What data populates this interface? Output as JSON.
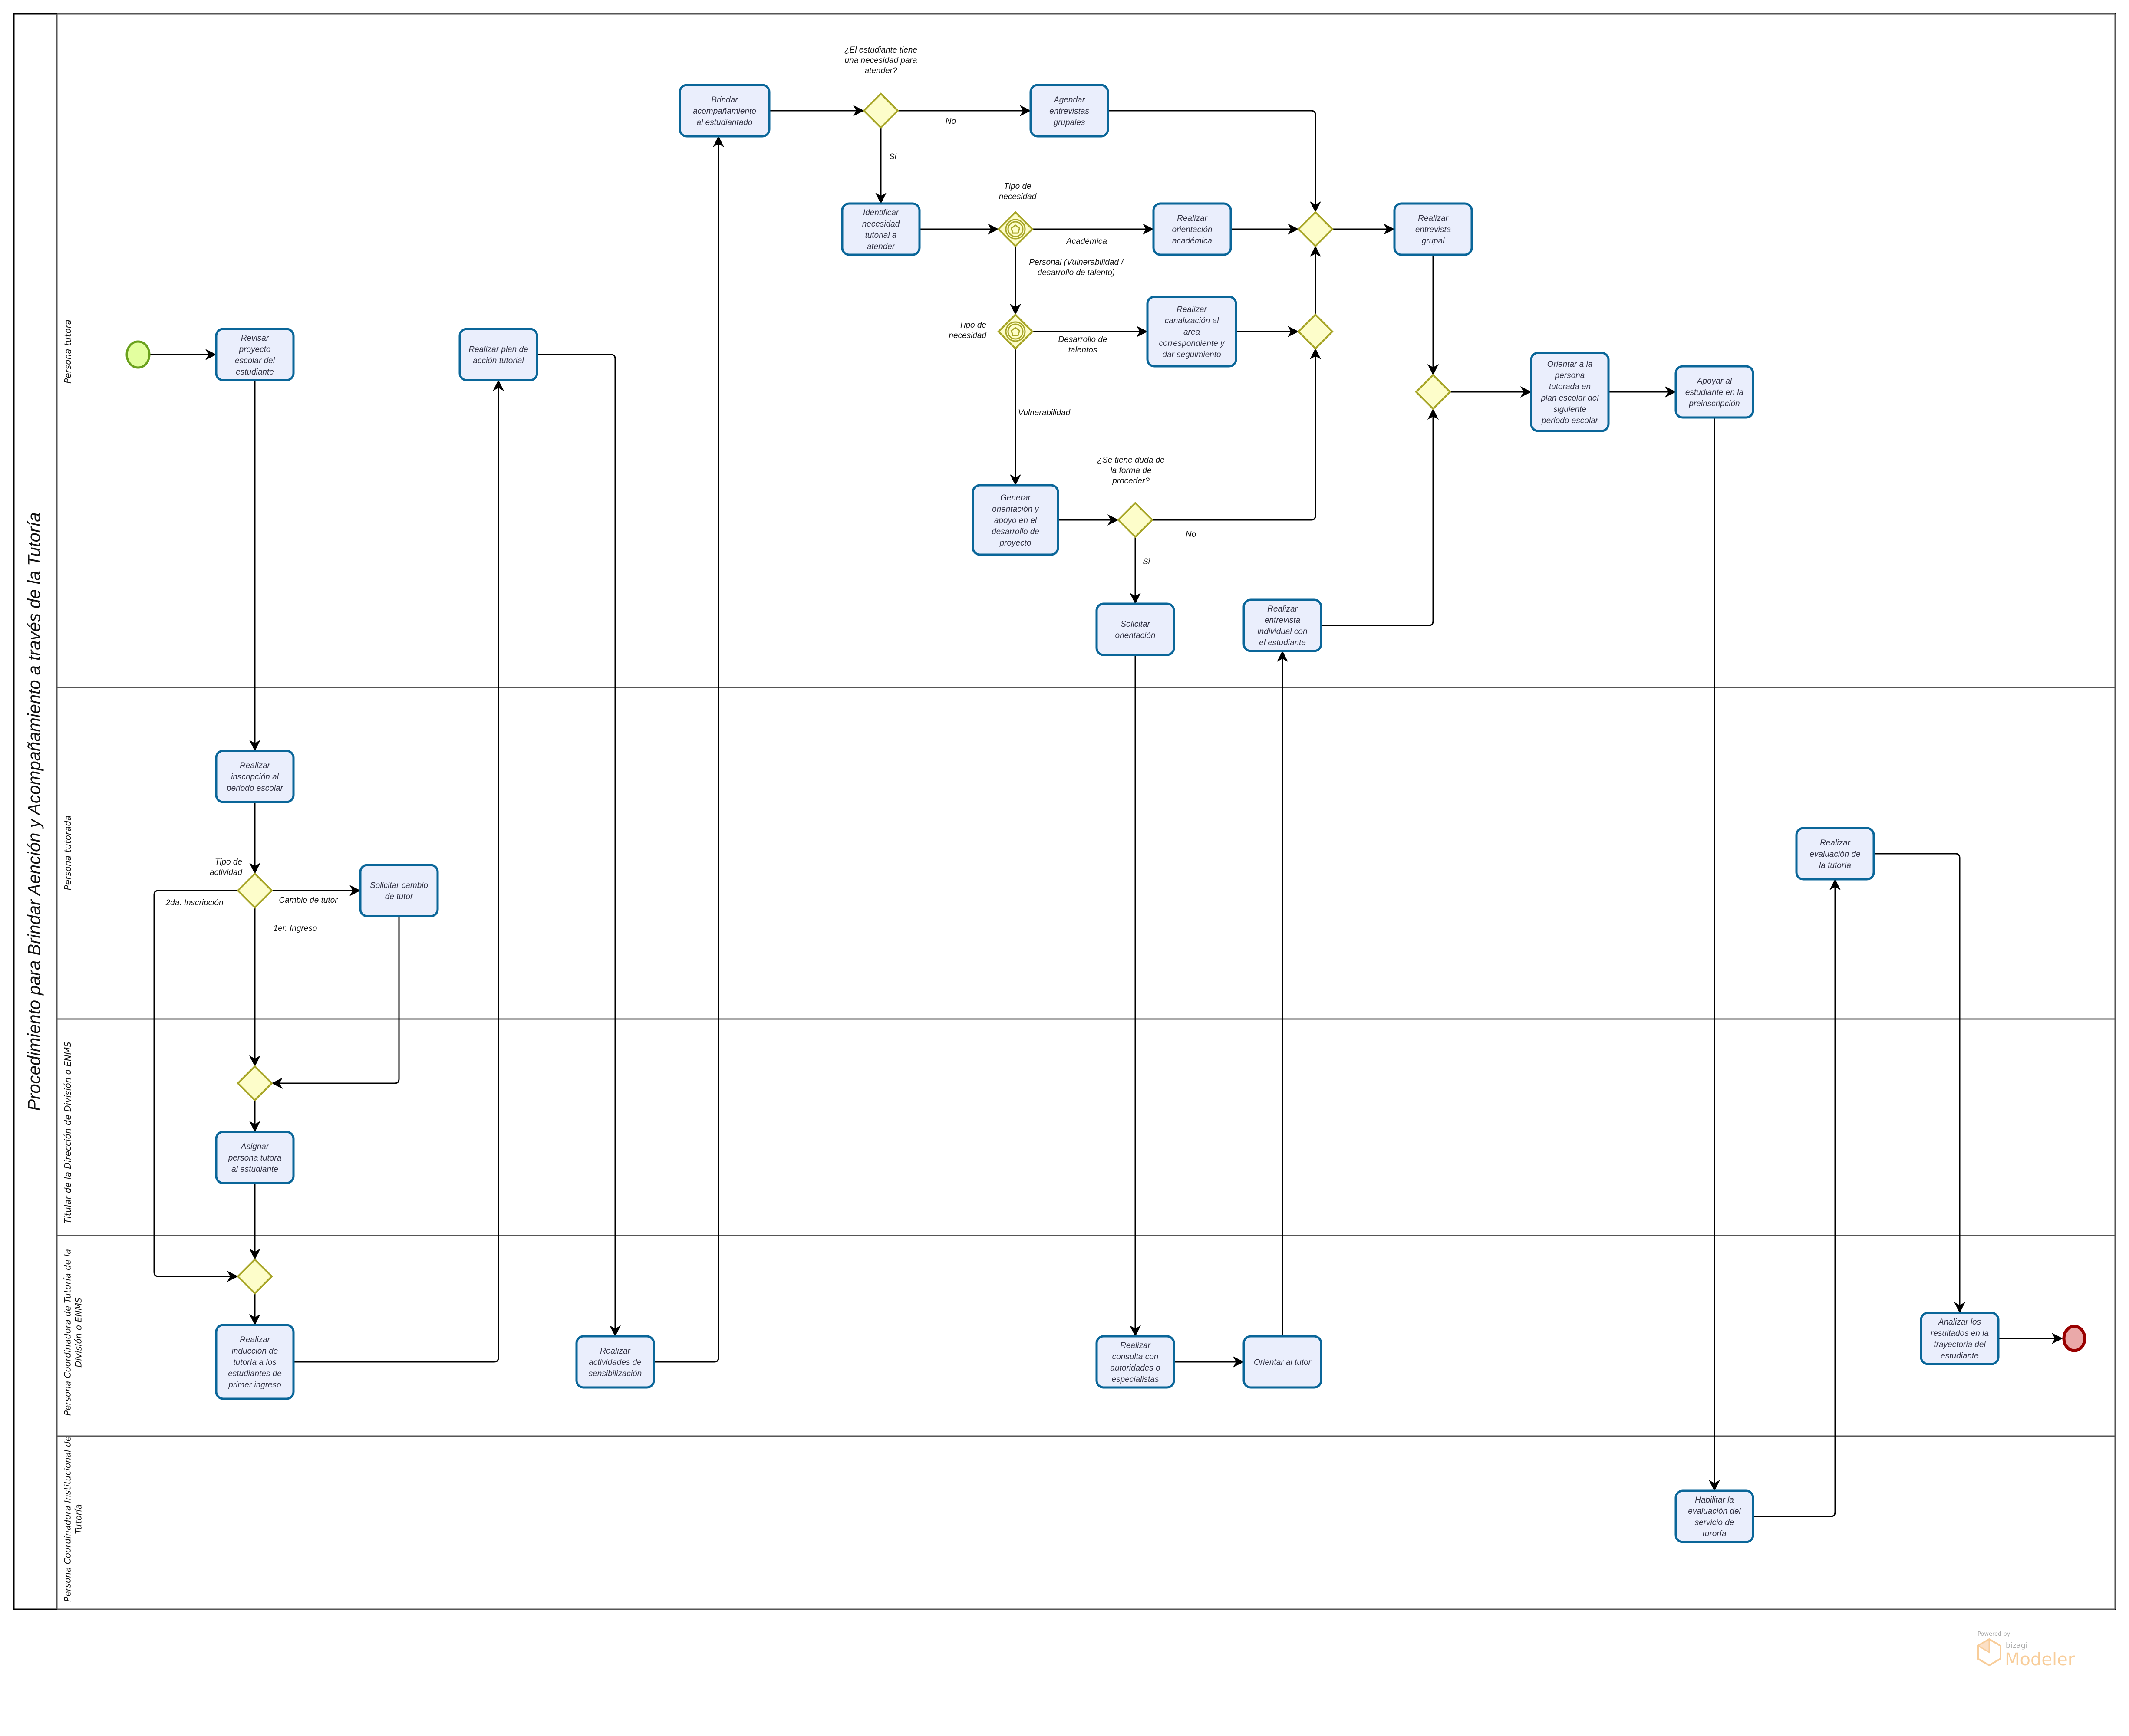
{
  "pool": {
    "title": "Procedimiento para Brindar Aención y Acompañamiento a través de la Tutoría"
  },
  "lanes": [
    {
      "id": "tutora",
      "label_lines": [
        "Persona tutora"
      ]
    },
    {
      "id": "tutorada",
      "label_lines": [
        "Persona tutorada"
      ]
    },
    {
      "id": "titular",
      "label_lines": [
        "Titular de la Dirección de División o ENMS"
      ]
    },
    {
      "id": "coord_div",
      "label_lines": [
        "Persona Coordinadora de Tutoría de la",
        "División o ENMS"
      ]
    },
    {
      "id": "coord_inst",
      "label_lines": [
        "Persona Coordinadora Institucional de",
        "Tutoría"
      ]
    }
  ],
  "events": [
    {
      "id": "start",
      "type": "start",
      "lane": "tutora"
    },
    {
      "id": "end",
      "type": "end",
      "lane": "coord_div"
    }
  ],
  "tasks": [
    {
      "id": "t_revisar",
      "lane": "tutora",
      "lines": [
        "Revisar",
        "proyecto",
        "escolar del",
        "estudiante"
      ]
    },
    {
      "id": "t_plan",
      "lane": "tutora",
      "lines": [
        "Realizar plan de",
        "acción tutorial"
      ]
    },
    {
      "id": "t_brindar",
      "lane": "tutora",
      "lines": [
        "Brindar",
        "acompañamiento",
        "al estudiantado"
      ]
    },
    {
      "id": "t_agendar",
      "lane": "tutora",
      "lines": [
        "Agendar",
        "entrevistas",
        "grupales"
      ]
    },
    {
      "id": "t_identificar",
      "lane": "tutora",
      "lines": [
        "Identificar",
        "necesidad",
        "tutorial a",
        "atender"
      ]
    },
    {
      "id": "t_academica",
      "lane": "tutora",
      "lines": [
        "Realizar",
        "orientación",
        "académica"
      ]
    },
    {
      "id": "t_canalizacion",
      "lane": "tutora",
      "lines": [
        "Realizar",
        "canalización al",
        "área",
        "correspondiente y",
        "dar seguimiento"
      ]
    },
    {
      "id": "t_grupal",
      "lane": "tutora",
      "lines": [
        "Realizar",
        "entrevista",
        "grupal"
      ]
    },
    {
      "id": "t_generar",
      "lane": "tutora",
      "lines": [
        "Generar",
        "orientación y",
        "apoyo en el",
        "desarrollo de",
        "proyecto"
      ]
    },
    {
      "id": "t_solicitar_orient",
      "lane": "tutora",
      "lines": [
        "Solicitar",
        "orientación"
      ]
    },
    {
      "id": "t_individual",
      "lane": "tutora",
      "lines": [
        "Realizar",
        "entrevista",
        "individual con",
        "el estudiante"
      ]
    },
    {
      "id": "t_orientar_plan",
      "lane": "tutora",
      "lines": [
        "Orientar a la",
        "persona",
        "tutorada en",
        "plan escolar del",
        "siguiente",
        "periodo escolar"
      ]
    },
    {
      "id": "t_apoyar",
      "lane": "tutora",
      "lines": [
        "Apoyar al",
        "estudiante en la",
        "preinscripción"
      ]
    },
    {
      "id": "t_inscripcion",
      "lane": "tutorada",
      "lines": [
        "Realizar",
        "inscripción al",
        "periodo escolar"
      ]
    },
    {
      "id": "t_cambio",
      "lane": "tutorada",
      "lines": [
        "Solicitar cambio",
        "de tutor"
      ]
    },
    {
      "id": "t_evaluacion",
      "lane": "tutorada",
      "lines": [
        "Realizar",
        "evaluación de",
        "la tutoría"
      ]
    },
    {
      "id": "t_asignar",
      "lane": "titular",
      "lines": [
        "Asignar",
        "persona tutora",
        "al estudiante"
      ]
    },
    {
      "id": "t_induccion",
      "lane": "coord_div",
      "lines": [
        "Realizar",
        "inducción de",
        "tutoría a los",
        "estudiantes de",
        "primer ingreso"
      ]
    },
    {
      "id": "t_sensibilizacion",
      "lane": "coord_div",
      "lines": [
        "Realizar",
        "actividades de",
        "sensibilización"
      ]
    },
    {
      "id": "t_consulta",
      "lane": "coord_div",
      "lines": [
        "Realizar",
        "consulta con",
        "autoridades o",
        "especialistas"
      ]
    },
    {
      "id": "t_orientar_tutor",
      "lane": "coord_div",
      "lines": [
        "Orientar al tutor"
      ]
    },
    {
      "id": "t_analizar",
      "lane": "coord_div",
      "lines": [
        "Analizar los",
        "resultados en la",
        "trayectoria del",
        "estudiante"
      ]
    },
    {
      "id": "t_habilitar",
      "lane": "coord_inst",
      "lines": [
        "Habilitar la",
        "evaluación del",
        "servicio de",
        "turoría"
      ]
    }
  ],
  "gateways": [
    {
      "id": "g_necesidad",
      "kind": "exclusive",
      "label_lines": [
        "¿El estudiante tiene",
        "una necesidad para",
        "atender?"
      ]
    },
    {
      "id": "g_tipo1",
      "kind": "event-based",
      "label_lines": [
        "Tipo de",
        "necesidad"
      ]
    },
    {
      "id": "g_tipo2",
      "kind": "event-based",
      "label_lines": [
        "Tipo de",
        "necesidad"
      ]
    },
    {
      "id": "g_merge_top",
      "kind": "exclusive",
      "label_lines": []
    },
    {
      "id": "g_merge_mid",
      "kind": "exclusive",
      "label_lines": []
    },
    {
      "id": "g_duda",
      "kind": "exclusive",
      "label_lines": [
        "¿Se tiene duda de",
        "la forma de",
        "proceder?"
      ]
    },
    {
      "id": "g_merge_right",
      "kind": "exclusive",
      "label_lines": []
    },
    {
      "id": "g_actividad",
      "kind": "exclusive",
      "label_lines": [
        "Tipo de",
        "actividad"
      ]
    },
    {
      "id": "g_merge_titular",
      "kind": "exclusive",
      "label_lines": []
    },
    {
      "id": "g_merge_coord",
      "kind": "exclusive",
      "label_lines": []
    }
  ],
  "flows": [
    {
      "from": "start",
      "to": "t_revisar",
      "label_lines": []
    },
    {
      "from": "t_revisar",
      "to": "t_inscripcion",
      "label_lines": []
    },
    {
      "from": "t_inscripcion",
      "to": "g_actividad",
      "label_lines": []
    },
    {
      "from": "g_actividad",
      "to": "t_cambio",
      "label_lines": [
        "Cambio de tutor"
      ]
    },
    {
      "from": "g_actividad",
      "to": "g_merge_titular",
      "label_lines": [
        "1er. Ingreso"
      ]
    },
    {
      "from": "g_actividad",
      "to": "g_merge_coord",
      "label_lines": [
        "2da. Inscripción"
      ]
    },
    {
      "from": "t_cambio",
      "to": "g_merge_titular",
      "label_lines": []
    },
    {
      "from": "g_merge_titular",
      "to": "t_asignar",
      "label_lines": []
    },
    {
      "from": "t_asignar",
      "to": "g_merge_coord",
      "label_lines": []
    },
    {
      "from": "g_merge_coord",
      "to": "t_induccion",
      "label_lines": []
    },
    {
      "from": "t_induccion",
      "to": "t_plan",
      "label_lines": []
    },
    {
      "from": "t_plan",
      "to": "t_sensibilizacion",
      "label_lines": []
    },
    {
      "from": "t_sensibilizacion",
      "to": "t_brindar",
      "label_lines": []
    },
    {
      "from": "t_brindar",
      "to": "g_necesidad",
      "label_lines": []
    },
    {
      "from": "g_necesidad",
      "to": "t_agendar",
      "label_lines": [
        "No"
      ]
    },
    {
      "from": "g_necesidad",
      "to": "t_identificar",
      "label_lines": [
        "Si"
      ]
    },
    {
      "from": "t_agendar",
      "to": "g_merge_top",
      "label_lines": []
    },
    {
      "from": "t_identificar",
      "to": "g_tipo1",
      "label_lines": []
    },
    {
      "from": "g_tipo1",
      "to": "t_academica",
      "label_lines": [
        "Académica"
      ]
    },
    {
      "from": "g_tipo1",
      "to": "g_tipo2",
      "label_lines": [
        "Personal (Vulnerabilidad /",
        "desarrollo de talento)"
      ]
    },
    {
      "from": "t_academica",
      "to": "g_merge_top",
      "label_lines": []
    },
    {
      "from": "g_tipo2",
      "to": "t_canalizacion",
      "label_lines": [
        "Desarrollo de",
        "talentos"
      ]
    },
    {
      "from": "g_tipo2",
      "to": "t_generar",
      "label_lines": [
        "Vulnerabilidad"
      ]
    },
    {
      "from": "t_canalizacion",
      "to": "g_merge_mid",
      "label_lines": []
    },
    {
      "from": "g_merge_mid",
      "to": "g_merge_top",
      "label_lines": []
    },
    {
      "from": "t_generar",
      "to": "g_duda",
      "label_lines": []
    },
    {
      "from": "g_duda",
      "to": "g_merge_mid",
      "label_lines": [
        "No"
      ]
    },
    {
      "from": "g_duda",
      "to": "t_solicitar_orient",
      "label_lines": [
        "Si"
      ]
    },
    {
      "from": "g_merge_top",
      "to": "t_grupal",
      "label_lines": []
    },
    {
      "from": "t_grupal",
      "to": "g_merge_right",
      "label_lines": []
    },
    {
      "from": "t_solicitar_orient",
      "to": "t_consulta",
      "label_lines": []
    },
    {
      "from": "t_consulta",
      "to": "t_orientar_tutor",
      "label_lines": []
    },
    {
      "from": "t_orientar_tutor",
      "to": "t_individual",
      "label_lines": []
    },
    {
      "from": "t_individual",
      "to": "g_merge_right",
      "label_lines": []
    },
    {
      "from": "g_merge_right",
      "to": "t_orientar_plan",
      "label_lines": []
    },
    {
      "from": "t_orientar_plan",
      "to": "t_apoyar",
      "label_lines": []
    },
    {
      "from": "t_apoyar",
      "to": "t_habilitar",
      "label_lines": []
    },
    {
      "from": "t_habilitar",
      "to": "t_evaluacion",
      "label_lines": []
    },
    {
      "from": "t_evaluacion",
      "to": "t_analizar",
      "label_lines": []
    },
    {
      "from": "t_analizar",
      "to": "end",
      "label_lines": []
    }
  ],
  "branding": {
    "powered_by": "Powered by",
    "brand": "bizagi",
    "product": "Modeler",
    "accent_color": "#f8cd9a"
  },
  "colors": {
    "task_fill": "#eaeefc",
    "task_stroke": "#0a6699",
    "gateway_fill": "#fdfdca",
    "gateway_stroke": "#a8a629",
    "start_fill": "#e3ff9f",
    "start_stroke": "#6aa11d",
    "end_fill": "#eaa9a9",
    "end_stroke": "#990000"
  }
}
